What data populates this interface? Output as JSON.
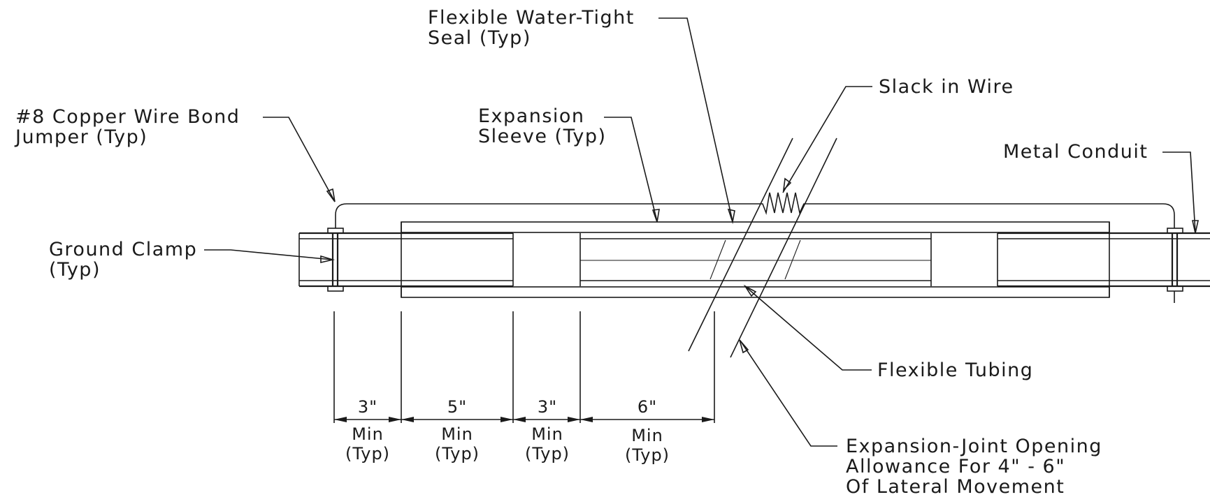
{
  "labels": {
    "seal_line1": "Flexible Water-Tight",
    "seal_line2": "Seal (Typ)",
    "slack": "Slack in Wire",
    "jumper_line1": "#8 Copper Wire Bond",
    "jumper_line2": "Jumper (Typ)",
    "sleeve_line1": "Expansion",
    "sleeve_line2": "Sleeve (Typ)",
    "conduit": "Metal Conduit",
    "clamp_line1": "Ground Clamp",
    "clamp_line2": "(Typ)",
    "tubing": "Flexible Tubing",
    "opening_line1": "Expansion-Joint Opening",
    "opening_line2": "Allowance For 4\" - 6\"",
    "opening_line3": "Of Lateral Movement"
  },
  "dimensions": [
    {
      "value": "3\"",
      "line1": "Min",
      "line2": "(Typ)"
    },
    {
      "value": "5\"",
      "line1": "Min",
      "line2": "(Typ)"
    },
    {
      "value": "3\"",
      "line1": "Min",
      "line2": "(Typ)"
    },
    {
      "value": "6\"",
      "line1": "Min",
      "line2": "(Typ)"
    }
  ],
  "colors": {
    "ink": "#1a1a1a",
    "background": "#ffffff"
  }
}
